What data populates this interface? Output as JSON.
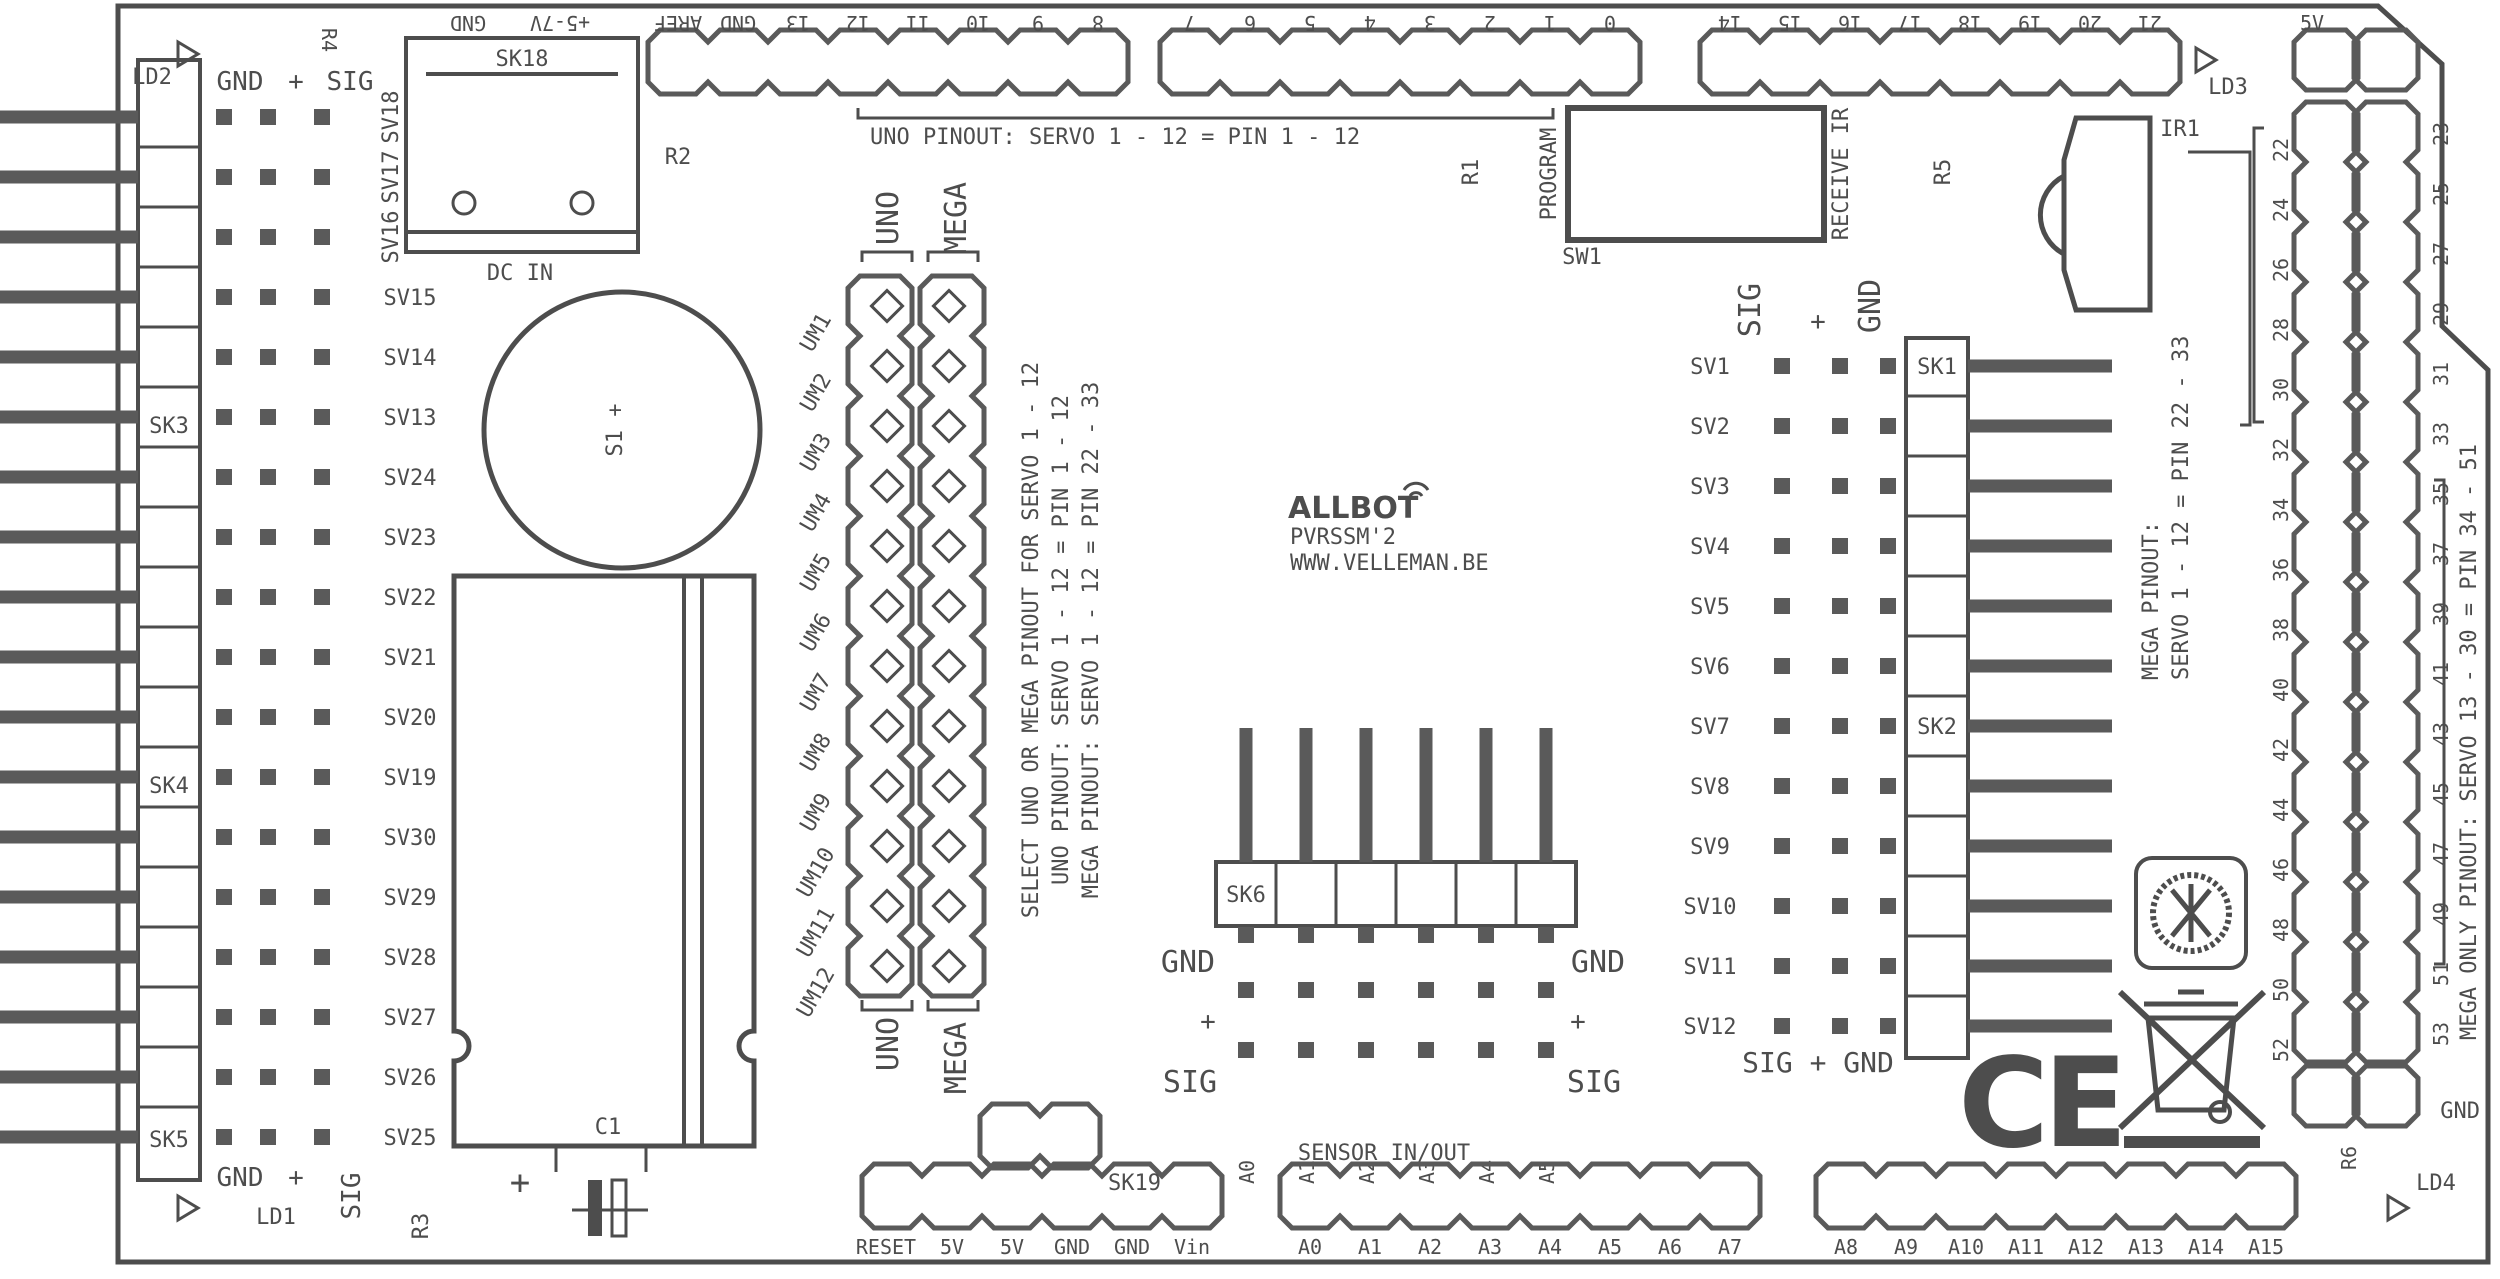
{
  "colors": {
    "ink": "#4d4d4d",
    "mid": "#5a5a5a",
    "background": "#ffffff"
  },
  "brand": {
    "logo": "ALLBOT",
    "model": "PVRSSM'2",
    "url": "WWW.VELLEMAN.BE"
  },
  "top_header_a": {
    "pins": [
      "8",
      "9",
      "10",
      "11",
      "12",
      "13",
      "GND",
      "AREF"
    ],
    "silk_left": [
      "GND",
      "+5-7V"
    ]
  },
  "top_header_b": {
    "pins": [
      "7",
      "6",
      "5",
      "4",
      "3",
      "2",
      "1",
      "0"
    ]
  },
  "top_header_c": {
    "pins": [
      "14",
      "15",
      "16",
      "17",
      "18",
      "19",
      "20",
      "21"
    ]
  },
  "uno_pinout_note": "UNO PINOUT: SERVO 1 - 12 = PIN 1 - 12",
  "dc_in": {
    "ref": "SK18",
    "label": "DC IN"
  },
  "parts": {
    "R1": "R1",
    "R2": "R2",
    "R3": "R3",
    "R4": "R4",
    "R5": "R5",
    "R6": "R6",
    "S1": "S1 +",
    "C1": "C1",
    "SK19": "SK19",
    "SW1": "SW1",
    "IR1": "IR1",
    "C1_plus": "+"
  },
  "switch_labels": {
    "program": "PROGRAM",
    "receive": "RECEIVE IR"
  },
  "leds": {
    "LD1": "LD1",
    "LD2": "LD2",
    "LD3": "LD3",
    "LD4": "LD4"
  },
  "left_block": {
    "header_top": [
      "GND",
      "+",
      "SIG"
    ],
    "header_bottom": [
      "GND",
      "+",
      "SIG"
    ],
    "connector_refs": [
      {
        "label": "SK3",
        "row": 6
      },
      {
        "label": "SK4",
        "row": 12
      },
      {
        "label": "SK5",
        "row": 18
      }
    ],
    "servos": [
      "SV18",
      "SV17",
      "SV16",
      "SV15",
      "SV14",
      "SV13",
      "SV24",
      "SV23",
      "SV22",
      "SV21",
      "SV20",
      "SV19",
      "SV30",
      "SV29",
      "SV28",
      "SV27",
      "SV26",
      "SV25"
    ]
  },
  "jumpers": {
    "uno": "UNO",
    "mega": "MEGA",
    "rows": [
      "UM1",
      "UM2",
      "UM3",
      "UM4",
      "UM5",
      "UM6",
      "UM7",
      "UM8",
      "UM9",
      "UM10",
      "UM11",
      "UM12"
    ],
    "notes": [
      "SELECT UNO OR MEGA PINOUT FOR SERVO 1 - 12",
      "UNO PINOUT: SERVO 1 - 12 = PIN 1 - 12",
      "MEGA PINOUT: SERVO 1 - 12 = PIN 22 - 33"
    ]
  },
  "sensor": {
    "ref": "SK6",
    "gnd": "GND",
    "plus": "+",
    "sig": "SIG",
    "pins": [
      "A0",
      "A1",
      "A2",
      "A3",
      "A4",
      "A5"
    ],
    "title": "SENSOR IN/OUT"
  },
  "right_block": {
    "header_top": [
      "SIG",
      "+",
      "GND"
    ],
    "footer": "SIG + GND",
    "refs": [
      {
        "label": "SK1",
        "row": 0
      },
      {
        "label": "SK2",
        "row": 6
      }
    ],
    "servos": [
      "SV1",
      "SV2",
      "SV3",
      "SV4",
      "SV5",
      "SV6",
      "SV7",
      "SV8",
      "SV9",
      "SV10",
      "SV11",
      "SV12"
    ]
  },
  "mega_header": {
    "top": "5V",
    "bottom": "GND",
    "left": [
      "22",
      "24",
      "26",
      "28",
      "30",
      "32",
      "34",
      "36",
      "38",
      "40",
      "42",
      "44",
      "46",
      "48",
      "50",
      "52"
    ],
    "right": [
      "23",
      "25",
      "27",
      "29",
      "31",
      "33",
      "35",
      "37",
      "39",
      "41",
      "43",
      "45",
      "47",
      "49",
      "51",
      "53"
    ]
  },
  "mega_notes": [
    "MEGA PINOUT:",
    "SERVO 1 - 12 = PIN 22 - 33",
    "MEGA ONLY PINOUT: SERVO 13 - 30 = PIN 34 - 51"
  ],
  "bottom_power": [
    "RESET",
    "5V",
    "5V",
    "GND",
    "GND",
    "Vin"
  ],
  "bottom_analog_a": [
    "A0",
    "A1",
    "A2",
    "A3",
    "A4",
    "A5",
    "A6",
    "A7"
  ],
  "bottom_analog_b": [
    "A8",
    "A9",
    "A10",
    "A11",
    "A12",
    "A13",
    "A14",
    "A15"
  ],
  "ce_mark": "CE"
}
